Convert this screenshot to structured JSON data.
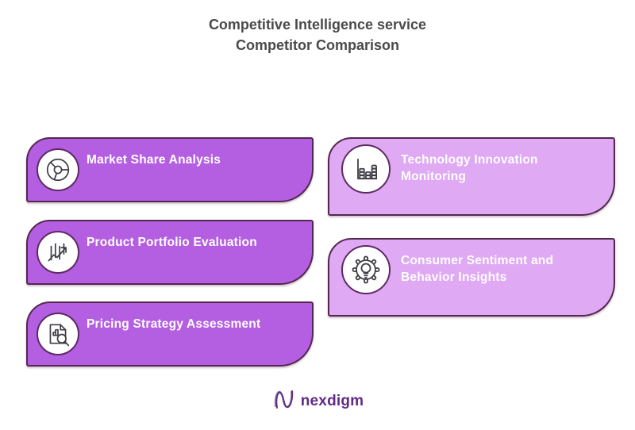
{
  "title": {
    "line1": "Competitive Intelligence service",
    "line2": "Competitor Comparison"
  },
  "colors": {
    "left_card_fill": "#b45fe2",
    "right_card_fill": "#dfa9f4",
    "card_border": "#552750",
    "card_text": "#ffffff",
    "title_text": "#4a4a4a",
    "icon_stroke": "#3e3d44",
    "logo_purple": "#5f2b87"
  },
  "cards": {
    "left": [
      {
        "label": "Market Share Analysis",
        "icon": "donut-chart-icon"
      },
      {
        "label": "Product Portfolio Evaluation",
        "icon": "growth-chart-icon"
      },
      {
        "label": "Pricing Strategy Assessment",
        "icon": "document-magnifier-icon"
      }
    ],
    "right": [
      {
        "label_lines": [
          "Technology Innovation",
          "Monitoring"
        ],
        "icon": "stacked-bars-icon"
      },
      {
        "label_lines": [
          "Consumer Sentiment and",
          "Behavior Insights"
        ],
        "icon": "gear-bulb-icon"
      }
    ]
  },
  "footer": {
    "logo_text": "nexdigm",
    "logo_icon": "nexdigm-n-icon"
  }
}
